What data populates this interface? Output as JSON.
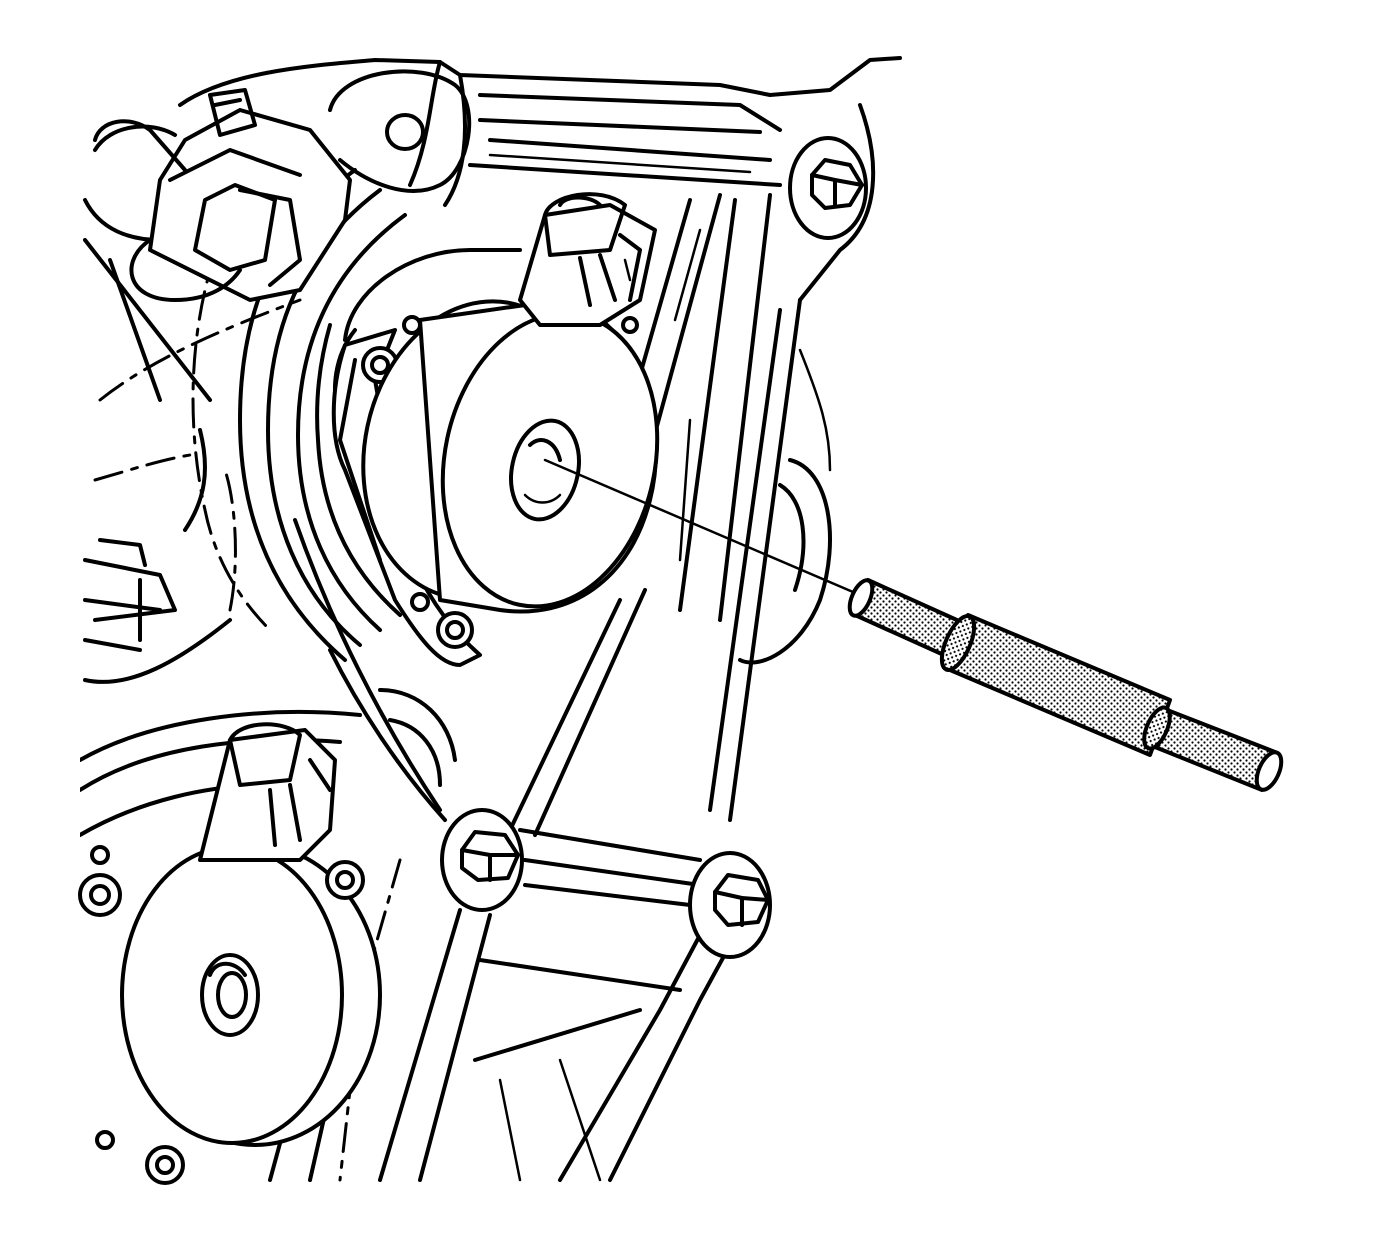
{
  "colors": {
    "line": "#000000",
    "background": "#ffffff",
    "knurl": "#000000"
  },
  "parts": [
    {
      "name": "camshaft-position-actuator-solenoid-upper",
      "icon": "solenoid-icon"
    },
    {
      "name": "camshaft-position-actuator-solenoid-lower",
      "icon": "solenoid-icon"
    },
    {
      "name": "engine-front-cover",
      "icon": "cover-icon"
    },
    {
      "name": "front-cover-bolt",
      "icon": "bolt-icon"
    },
    {
      "name": "seal-installer-tool",
      "icon": "tool-icon"
    },
    {
      "name": "wiring-connector",
      "icon": "connector-icon"
    }
  ]
}
